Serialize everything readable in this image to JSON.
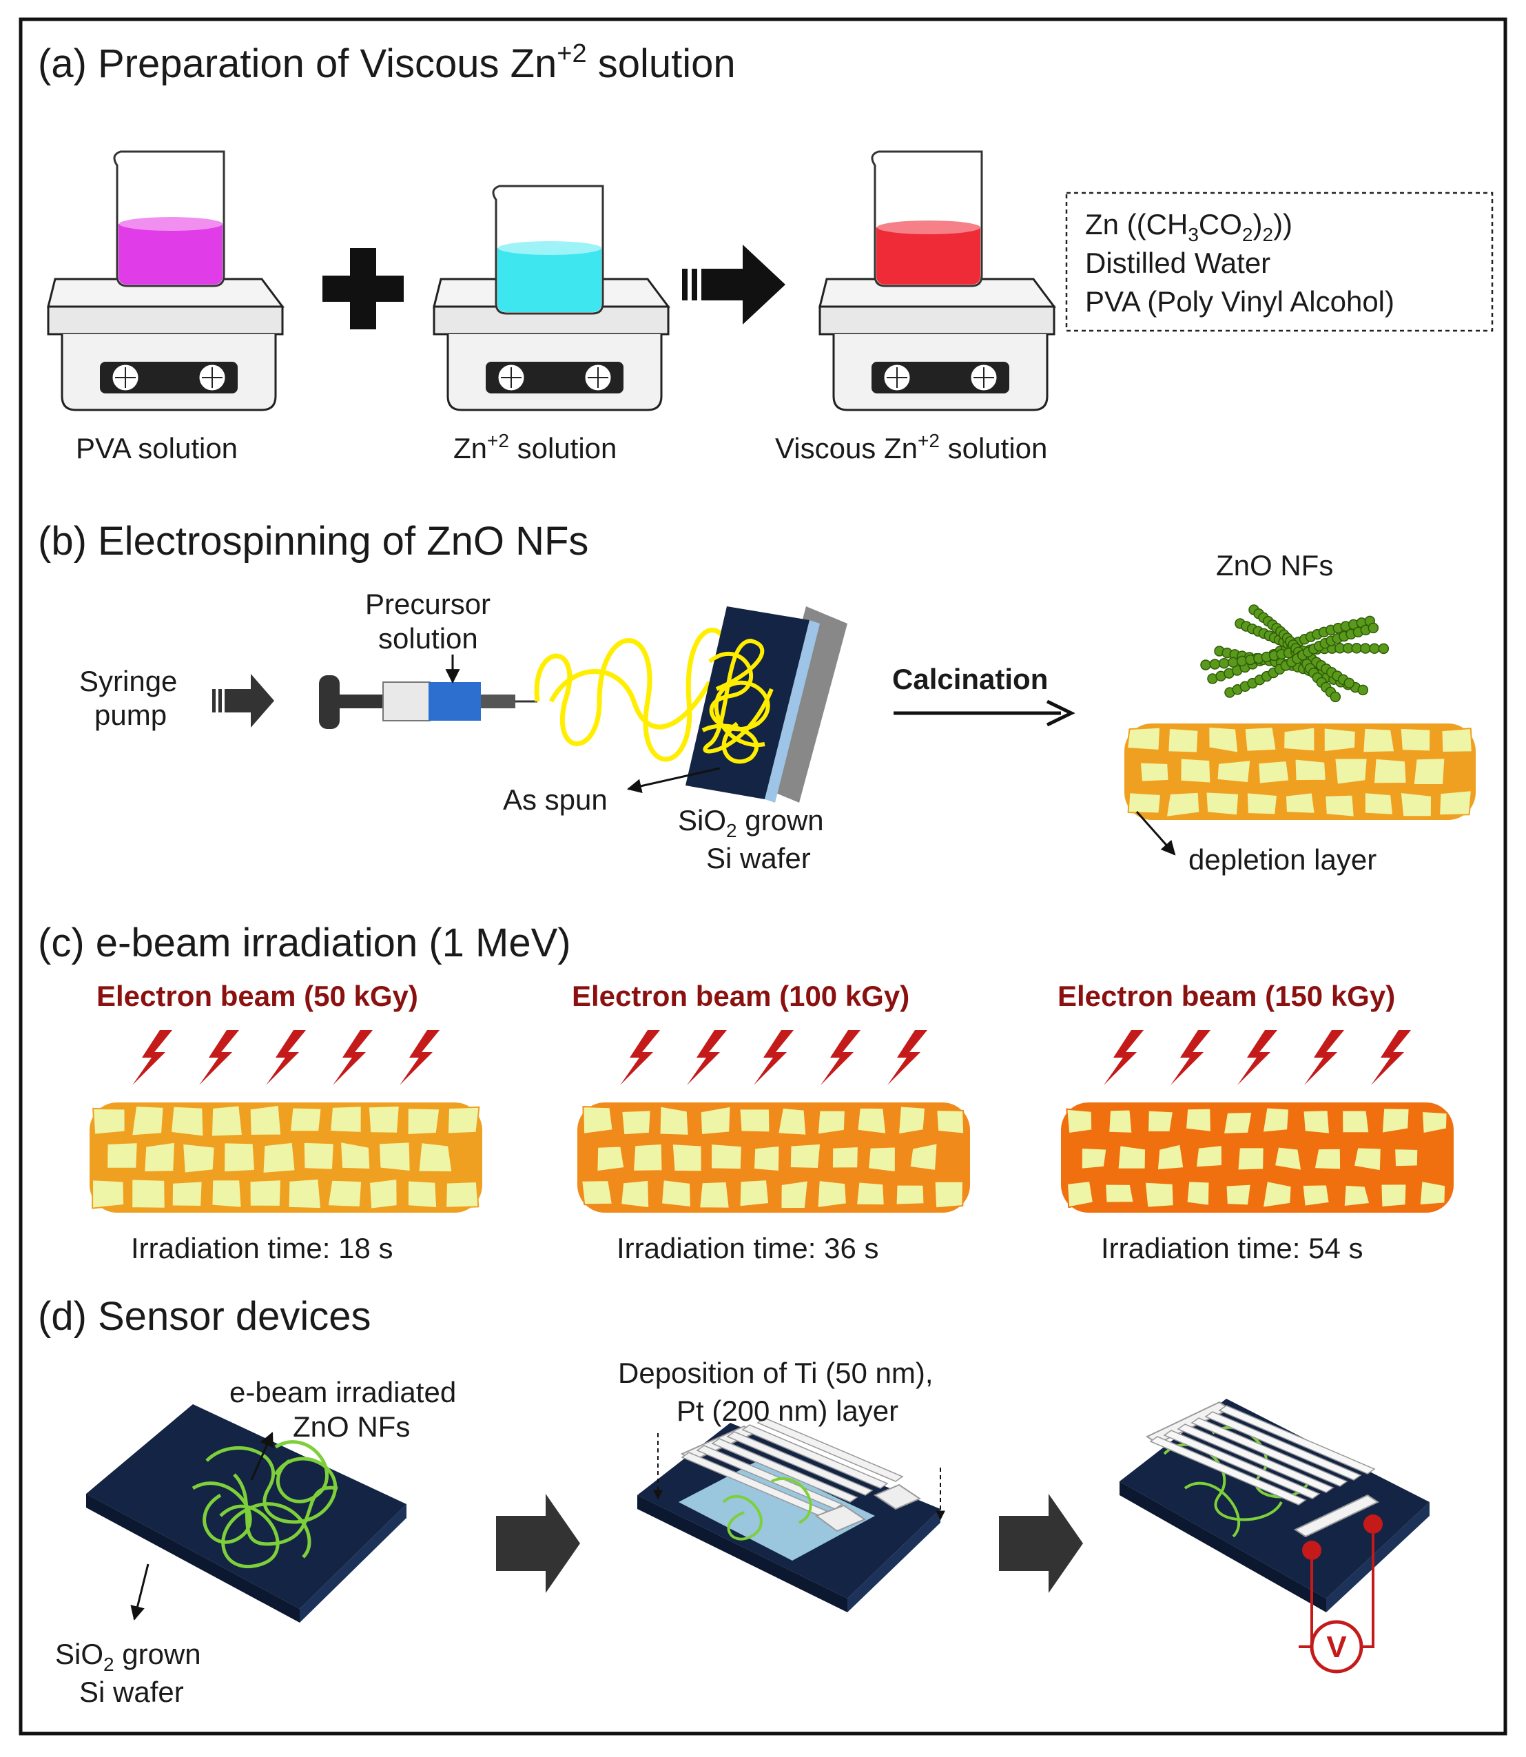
{
  "panel_a": {
    "title": "(a) Preparation of Viscous Zn",
    "title_sup": "+2",
    "title_end": " solution",
    "beakers": [
      {
        "label": "PVA solution",
        "liquid_color": "#e03ce8"
      },
      {
        "label": "Zn",
        "label_sup": "+2",
        "label_end": " solution",
        "liquid_color": "#3ee6f0"
      },
      {
        "label": "Viscous Zn",
        "label_sup": "+2",
        "label_end": " solution",
        "liquid_color": "#ee2b36"
      }
    ],
    "materials": {
      "line1_a": "Zn ((CH",
      "line1_s1": "3",
      "line1_b": "CO",
      "line1_s2": "2",
      "line1_c": ")",
      "line1_s3": "2",
      "line1_d": "))",
      "line2": "Distilled Water",
      "line3": "PVA (Poly Vinyl Alcohol)"
    }
  },
  "panel_b": {
    "title": "(b) Electrospinning of ZnO NFs",
    "syringe_pump_1": "Syringe",
    "syringe_pump_2": "pump",
    "precursor_1": "Precursor",
    "precursor_2": "solution",
    "as_spun": "As spun",
    "wafer_1a": "SiO",
    "wafer_1s": "2",
    "wafer_1b": " grown",
    "wafer_2": "Si wafer",
    "calcination": "Calcination",
    "zno_nfs": "ZnO NFs",
    "depletion": "depletion  layer",
    "fiber_color": "#ffee00",
    "nf_color": "#5a9a1a"
  },
  "panel_c": {
    "title": "(c) e-beam irradiation (1 MeV)",
    "doses": [
      {
        "beam": "Electron beam (50 kGy)",
        "time": "Irradiation  time:  18  s",
        "border": "#f0a020"
      },
      {
        "beam": "Electron beam (100 kGy)",
        "time": "Irradiation  time:  36  s",
        "border": "#f08a1a"
      },
      {
        "beam": "Electron beam (150 kGy)",
        "time": "Irradiation  time:  54  s",
        "border": "#f07010"
      }
    ],
    "grain_fill": "#eef5a6",
    "beam_color": "#c41a1a"
  },
  "panel_d": {
    "title": "(d) Sensor devices",
    "irradiated_1": "e-beam  irradiated",
    "irradiated_2": "ZnO NFs",
    "wafer_1a": "SiO",
    "wafer_1s": "2",
    "wafer_1b": " grown",
    "wafer_2": "Si wafer",
    "deposition_1": "Deposition  of  Ti (50 nm),",
    "deposition_2": "Pt (200 nm)  layer",
    "voltmeter": "V",
    "wafer_color": "#142444",
    "nf_color": "#7ed03a"
  }
}
